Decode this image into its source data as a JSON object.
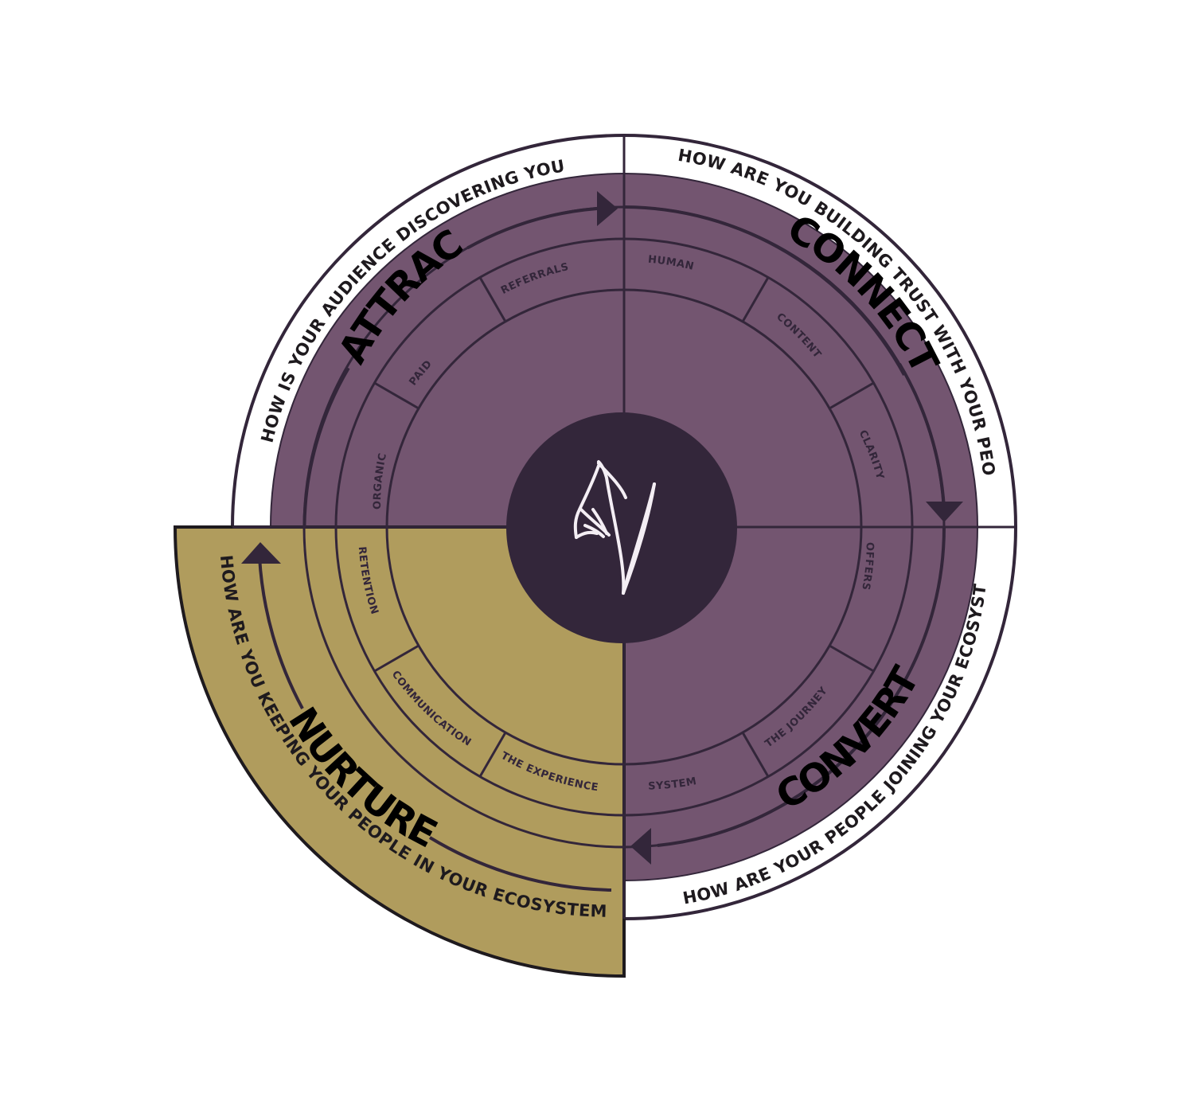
{
  "diagram": {
    "colors": {
      "purple": "#735570",
      "gold": "#b09c5d",
      "dark": "#33263a",
      "white": "#ffffff",
      "logo": "#f4eef4"
    },
    "logo": "snowdrop-flower-logo",
    "quadrants": [
      {
        "id": "attract",
        "stage": "ATTRACT",
        "question": "HOW IS YOUR AUDIENCE DISCOVERING YOU?",
        "items": [
          "ORGANIC",
          "PAID",
          "REFERRALS"
        ],
        "highlighted": false
      },
      {
        "id": "connect",
        "stage": "CONNECT",
        "question": "HOW ARE YOU BUILDING TRUST WITH YOUR PEOPLE?",
        "items": [
          "HUMAN",
          "CONTENT",
          "CLARITY"
        ],
        "highlighted": false
      },
      {
        "id": "convert",
        "stage": "CONVERT",
        "question": "HOW ARE YOUR PEOPLE JOINING YOUR ECOSYSTEM?",
        "items": [
          "OFFERS",
          "THE JOURNEY",
          "SYSTEM"
        ],
        "highlighted": false
      },
      {
        "id": "nurture",
        "stage": "NURTURE",
        "question": "HOW ARE YOU KEEPING YOUR PEOPLE IN YOUR ECOSYSTEM?",
        "items": [
          "THE EXPERIENCE",
          "COMMUNICATION",
          "RETENTION"
        ],
        "highlighted": true
      }
    ]
  }
}
